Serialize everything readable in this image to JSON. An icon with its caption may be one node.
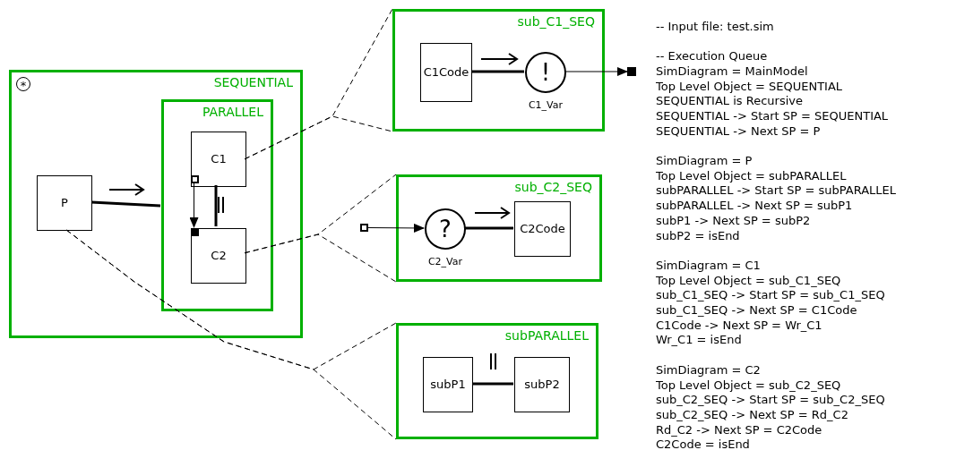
{
  "diagram": {
    "nodes": [
      {
        "text": [
          "SEQUENTIAL"
        ]
      },
      {
        "text": [
          "*"
        ],
        "in": 0
      },
      {
        "text": [
          "P"
        ],
        "in": 0
      },
      {
        "text": [
          "PARALLEL"
        ],
        "in": 0
      },
      {
        "text": [
          "C1"
        ],
        "in": 3
      },
      {
        "text": [
          "C2"
        ],
        "in": 3
      },
      {
        "text": [],
        "shape": "box",
        "in": 4
      },
      {
        "text": [],
        "shape": "box",
        "in": 5
      },
      {
        "text": [
          "sub_C1_SEQ"
        ]
      },
      {
        "text": [
          "C1Code"
        ],
        "in": 8
      },
      {
        "text": [
          "!"
        ],
        "in": 8,
        "beside": [
          "C1_Var"
        ]
      },
      {
        "text": [],
        "shape": "box"
      },
      {
        "text": [
          "sub_C2_SEQ"
        ]
      },
      {
        "text": [],
        "shape": "box"
      },
      {
        "text": [
          "?"
        ],
        "in": 12,
        "beside": [
          "C2_Var"
        ]
      },
      {
        "text": [
          "C2Code"
        ],
        "in": 12
      },
      {
        "text": [
          "subPARALLEL"
        ]
      },
      {
        "text": [
          "subP1"
        ],
        "in": 16
      },
      {
        "text": [
          "subP2"
        ],
        "in": 16
      }
    ],
    "edges": [
      {
        "from": 2,
        "to": 3,
        "arrow": "none",
        "style": "thick"
      },
      {
        "from": 6,
        "to": 7,
        "arrow": "to"
      },
      {
        "from": 4,
        "to": 5,
        "arrow": "none",
        "style": "thick"
      },
      {
        "from": 4,
        "to": 8,
        "arrow": "none",
        "style": "dashed"
      },
      {
        "from": 4,
        "to": 8,
        "arrow": "none",
        "style": "dashed"
      },
      {
        "from": 5,
        "to": 12,
        "arrow": "none",
        "style": "dashed"
      },
      {
        "from": 5,
        "to": 12,
        "arrow": "none",
        "style": "dashed"
      },
      {
        "from": 2,
        "to": 16,
        "arrow": "none",
        "style": "dashed"
      },
      {
        "from": 2,
        "to": 16,
        "arrow": "none",
        "style": "dashed"
      },
      {
        "from": 9,
        "to": 10,
        "arrow": "none",
        "style": "thick"
      },
      {
        "from": 10,
        "to": 11,
        "arrow": "to"
      },
      {
        "from": 13,
        "to": 14,
        "arrow": "to"
      },
      {
        "from": 14,
        "to": 15,
        "arrow": "none",
        "style": "thick"
      },
      {
        "from": 17,
        "to": 18,
        "arrow": "none",
        "style": "thick"
      }
    ],
    "labels": [
      "-- Input file: test.sim",
      "-- Execution Queue",
      "SimDiagram = MainModel",
      "Top Level Object = SEQUENTIAL",
      "SEQUENTIAL is Recursive",
      "SEQUENTIAL -> Start SP = SEQUENTIAL",
      "SEQUENTIAL -> Next SP = P",
      "SimDiagram = P",
      "Top Level Object = subPARALLEL",
      "subPARALLEL -> Start SP = subPARALLEL",
      "subPARALLEL -> Next SP = subP1",
      "subP1 -> Next SP = subP2",
      "subP2 = isEnd",
      "SimDiagram = C1",
      "Top Level Object = sub_C1_SEQ",
      "sub_C1_SEQ -> Start SP = sub_C1_SEQ",
      "sub_C1_SEQ -> Next SP = C1Code",
      "C1Code -> Next SP = Wr_C1",
      "Wr_C1 = isEnd",
      "SimDiagram = C2",
      "Top Level Object = sub_C2_SEQ",
      "sub_C2_SEQ -> Start SP = sub_C2_SEQ",
      "sub_C2_SEQ -> Next SP = Rd_C2",
      "Rd_C2 -> Next SP = C2Code",
      "C2Code = isEnd"
    ]
  }
}
